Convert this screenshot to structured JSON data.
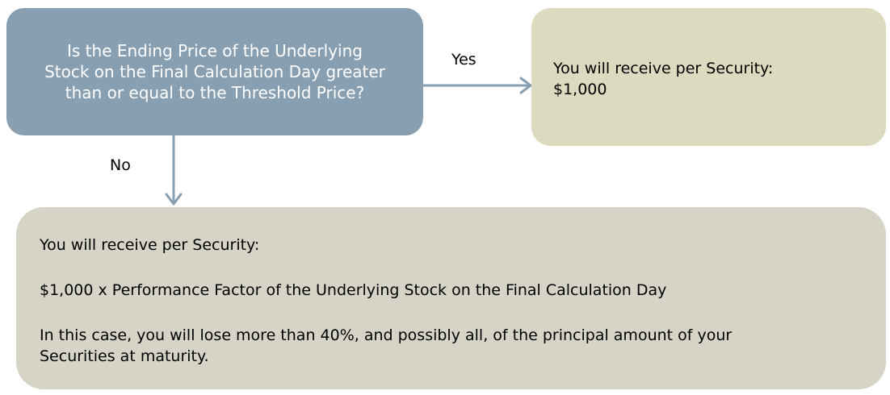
{
  "question": {
    "lines": [
      "Is the Ending Price of the Underlying",
      "Stock on the Final Calculation Day greater",
      "than or equal to the Threshold Price?"
    ]
  },
  "yes_branch": {
    "label": "Yes",
    "lines": [
      "You will receive per Security:",
      "$1,000"
    ]
  },
  "no_branch": {
    "label": "No",
    "heading": "You will receive per Security:",
    "formula": "$1,000 x Performance Factor of the Underlying Stock on the Final Calculation Day",
    "warning_lines": [
      "In this case, you will lose more than 40%, and possibly all, of the principal amount of your",
      "Securities at maturity."
    ]
  },
  "colors": {
    "question_fill": "#879fb0",
    "yes_fill": "#dcdbc0",
    "no_fill": "#d6d3c7",
    "connector": "#879fb0"
  }
}
